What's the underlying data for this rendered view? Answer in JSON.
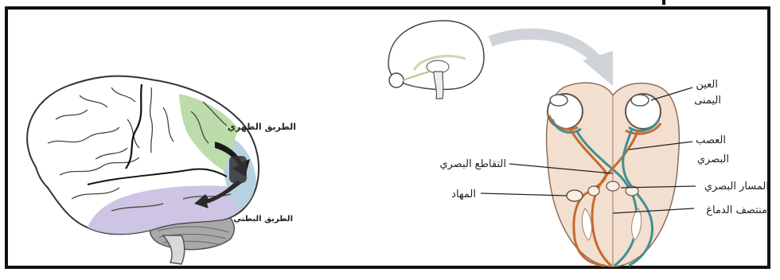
{
  "figure": {
    "left_panel": {
      "labels": {
        "dorsal": "الطريق الظهري",
        "ventral": "الطريق البطني"
      }
    },
    "right_panel": {
      "labels": {
        "right_eye_line1": "العين",
        "right_eye_line2": "اليمنى",
        "optic_nerve_line1": "العصب",
        "optic_nerve_line2": "البصري",
        "chiasm": "التقاطع البصري",
        "optic_tract": "المسار البصري",
        "thalamus": "المهاد",
        "midbrain": "منتصف الدماغ"
      }
    }
  }
}
